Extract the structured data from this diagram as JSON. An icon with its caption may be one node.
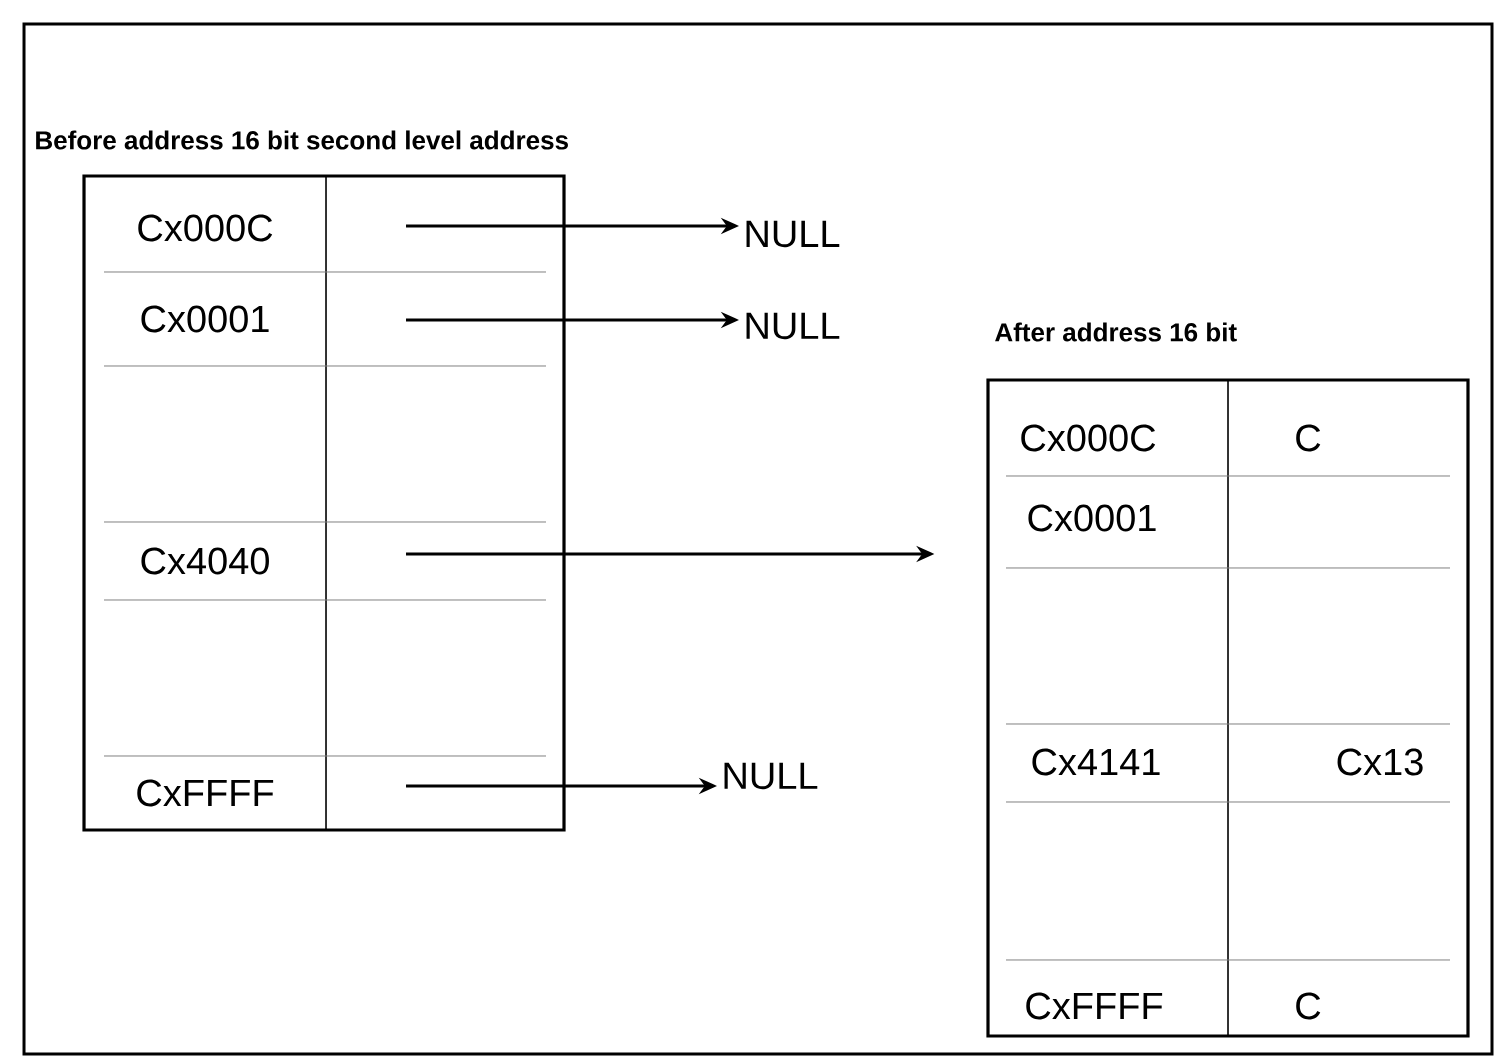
{
  "diagram": {
    "nodes": [
      {
        "text": [
          "Before address 16 bit second level address"
        ]
      },
      {
        "text": [
          "Cx000C"
        ],
        "in": 0
      },
      {
        "text": [
          "Cx0001"
        ],
        "in": 0
      },
      {
        "text": [
          "Cx4040"
        ],
        "in": 0
      },
      {
        "text": [
          "CxFFFF"
        ],
        "in": 0
      },
      {
        "text": [
          "NULL"
        ]
      },
      {
        "text": [
          "NULL"
        ]
      },
      {
        "text": [
          "After address 16 bit"
        ]
      },
      {
        "text": [
          "NULL"
        ]
      }
    ],
    "edges": [
      {
        "from": 1,
        "to": 5,
        "arrow": "to"
      },
      {
        "from": 2,
        "to": 6,
        "arrow": "to"
      },
      {
        "from": 3,
        "to": 7,
        "arrow": "to"
      },
      {
        "from": 4,
        "to": 8,
        "arrow": "to"
      }
    ],
    "labels": [
      "Cx000C",
      "C",
      "Cx0001",
      "Cx4141",
      "Cx13",
      "CxFFFF",
      "C"
    ]
  }
}
